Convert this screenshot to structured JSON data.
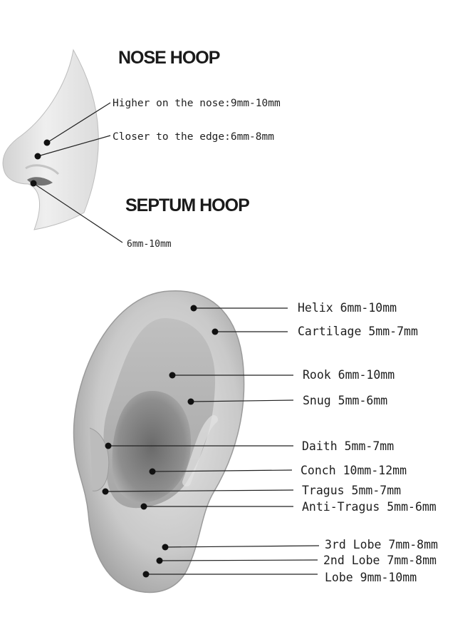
{
  "nose": {
    "title": "NOSE HOOP",
    "points": [
      {
        "label": "Higher on the nose:9mm-10mm"
      },
      {
        "label": "Closer to the edge:6mm-8mm"
      }
    ]
  },
  "septum": {
    "title": "SEPTUM HOOP",
    "label": "6mm-10mm"
  },
  "ear": {
    "points": [
      {
        "name": "helix",
        "label": "Helix 6mm-10mm"
      },
      {
        "name": "cartilage",
        "label": "Cartilage 5mm-7mm"
      },
      {
        "name": "rook",
        "label": "Rook 6mm-10mm"
      },
      {
        "name": "snug",
        "label": "Snug 5mm-6mm"
      },
      {
        "name": "daith",
        "label": "Daith 5mm-7mm"
      },
      {
        "name": "conch",
        "label": "Conch 10mm-12mm"
      },
      {
        "name": "tragus",
        "label": "Tragus 5mm-7mm"
      },
      {
        "name": "anti-tragus",
        "label": "Anti-Tragus 5mm-6mm"
      },
      {
        "name": "third-lobe",
        "label": "3rd Lobe 7mm-8mm"
      },
      {
        "name": "second-lobe",
        "label": "2nd Lobe 7mm-8mm"
      },
      {
        "name": "lobe",
        "label": "Lobe 9mm-10mm"
      }
    ]
  }
}
